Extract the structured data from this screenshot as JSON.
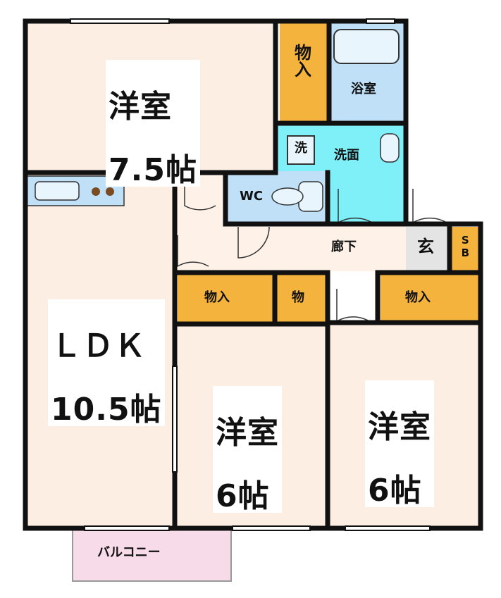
{
  "rooms": {
    "western_top": {
      "name": "洋室",
      "size": "7.5帖"
    },
    "ldk": {
      "name": "ＬＤＫ",
      "size": "10.5帖"
    },
    "western_mid": {
      "name": "洋室",
      "size": "6帖"
    },
    "western_right": {
      "name": "洋室",
      "size": "6帖"
    }
  },
  "labels": {
    "closet_top": "物入",
    "bath": "浴室",
    "washer": "洗",
    "washroom": "洗面",
    "wc": "WC",
    "hallway": "廊下",
    "entrance": "玄",
    "shoe_box": "SB",
    "closet_mid": "物入",
    "storage": "物",
    "closet_right": "物入",
    "balcony": "バルコニー"
  },
  "colors": {
    "wall": "#111111",
    "floor": "#fdeee4",
    "closet": "#f4b33c",
    "wet_area": "#bfe0f7",
    "washroom": "#7ff0f8",
    "hall": "#fdf1e8",
    "entrance": "#e4e4e4",
    "balcony": "#f8dbe8"
  }
}
